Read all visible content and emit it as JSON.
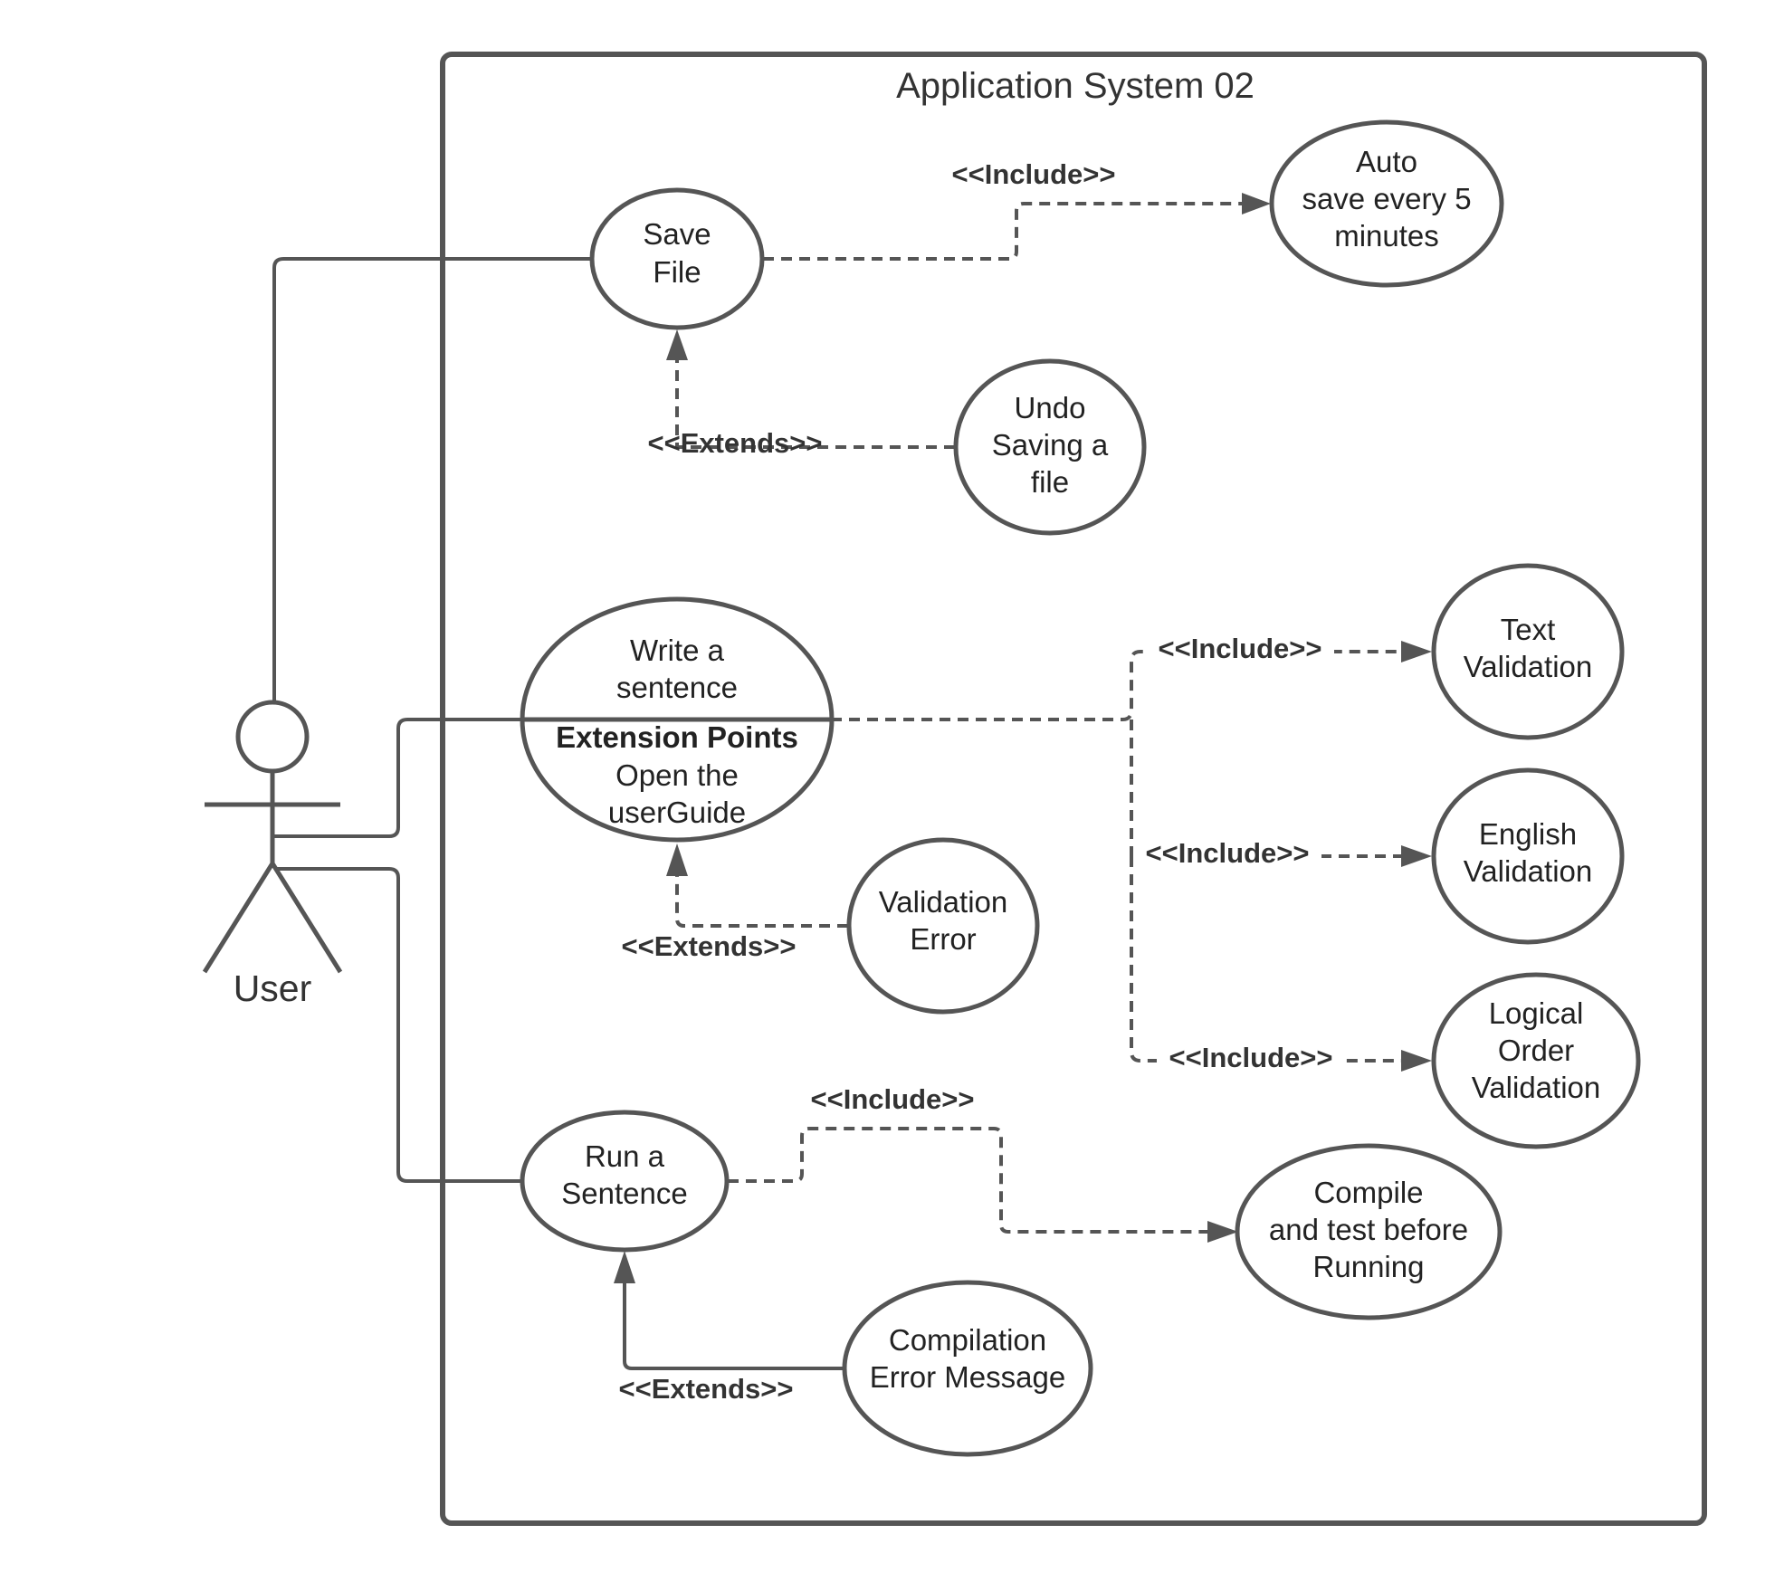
{
  "system": {
    "title": "Application System 02"
  },
  "actor": {
    "label": "User"
  },
  "use_cases": {
    "save_file": [
      "Save",
      "File"
    ],
    "auto_save": [
      "Auto",
      "save every 5",
      "minutes"
    ],
    "undo_saving": [
      "Undo",
      "Saving a",
      "file"
    ],
    "write_sentence": {
      "lines": [
        "Write a",
        "sentence"
      ],
      "extension_heading": "Extension Points",
      "extension_lines": [
        "Open the",
        "userGuide"
      ]
    },
    "text_validation": [
      "Text",
      "Validation"
    ],
    "english_validation": [
      "English",
      "Validation"
    ],
    "logical_order_validation": [
      "Logical",
      "Order",
      "Validation"
    ],
    "validation_error": [
      "Validation",
      "Error"
    ],
    "run_sentence": [
      "Run a",
      "Sentence"
    ],
    "compile_test": [
      "Compile",
      "and test before",
      "Running"
    ],
    "compilation_error": [
      "Compilation",
      "Error Message"
    ]
  },
  "relations": {
    "include_auto_save": "<<Include>>",
    "extends_undo": "<<Extends>>",
    "include_text": "<<Include>>",
    "include_english": "<<Include>>",
    "include_logical": "<<Include>>",
    "extends_validation": "<<Extends>>",
    "include_compile": "<<Include>>",
    "extends_compilation": "<<Extends>>"
  }
}
